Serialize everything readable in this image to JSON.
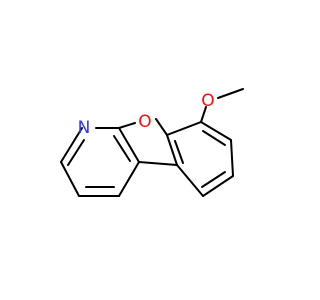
{
  "molecule": {
    "atoms": {
      "nitrogen": {
        "label": "N",
        "color": "#3333ff"
      },
      "ring_oxygen": {
        "label": "O",
        "color": "#ff0d0d"
      },
      "methoxy_oxygen": {
        "label": "O",
        "color": "#ff0d0d"
      }
    },
    "bond_color": "#000000"
  }
}
